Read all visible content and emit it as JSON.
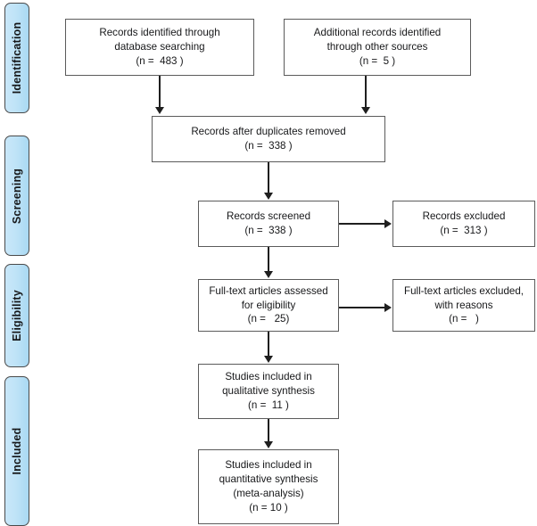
{
  "diagram": {
    "type": "prisma-flow-diagram",
    "colors": {
      "phase_pill_fill": "#bfe3f7",
      "phase_pill_border": "#4a4a4a",
      "box_border": "#5b5b5b",
      "box_fill": "#ffffff",
      "connector": "#1f1f1f",
      "text": "#17181a"
    },
    "phases": [
      {
        "id": "identification",
        "label": "Identification"
      },
      {
        "id": "screening",
        "label": "Screening"
      },
      {
        "id": "eligibility",
        "label": "Eligibility"
      },
      {
        "id": "included",
        "label": "Included"
      }
    ],
    "boxes": [
      {
        "id": "records-identified-database",
        "lines": [
          "Records identified through",
          "database searching",
          "(n =  483 )"
        ],
        "count": 483
      },
      {
        "id": "additional-records-other-sources",
        "lines": [
          "Additional records identified",
          "through other sources",
          "(n =  5 )"
        ],
        "count": 5
      },
      {
        "id": "records-after-duplicates-removed",
        "lines": [
          "Records after duplicates removed",
          "(n =  338 )"
        ],
        "count": 338
      },
      {
        "id": "records-screened",
        "lines": [
          "Records screened",
          "(n =  338 )"
        ],
        "count": 338
      },
      {
        "id": "records-excluded",
        "lines": [
          "Records excluded",
          "(n =  313 )"
        ],
        "count": 313
      },
      {
        "id": "fulltext-assessed",
        "lines": [
          "Full-text articles assessed",
          "for eligibility",
          "(n =   25)"
        ],
        "count": 25
      },
      {
        "id": "fulltext-excluded",
        "lines": [
          "Full-text articles excluded,",
          "with reasons",
          "(n =   )"
        ],
        "count": null
      },
      {
        "id": "studies-qualitative",
        "lines": [
          "Studies included in",
          "qualitative synthesis",
          "(n =  11 )"
        ],
        "count": 11
      },
      {
        "id": "studies-quantitative",
        "lines": [
          "Studies included in",
          "quantitative synthesis",
          "(meta-analysis)",
          "(n = 10 )"
        ],
        "count": 10
      }
    ]
  }
}
